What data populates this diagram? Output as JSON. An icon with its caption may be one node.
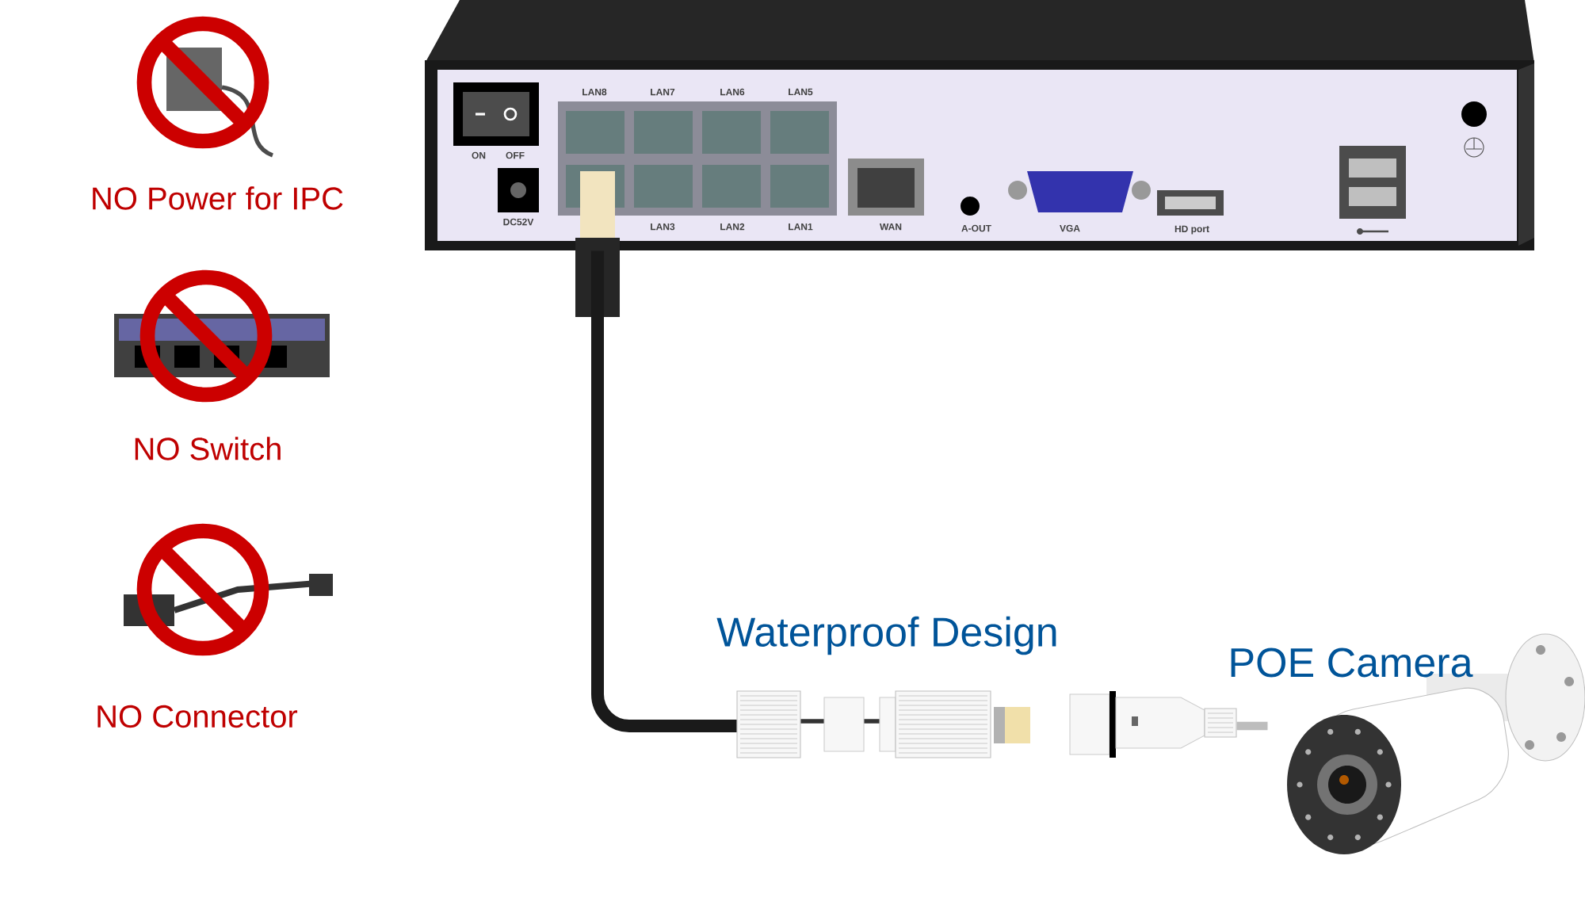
{
  "diagram": {
    "nodes": [
      {
        "text": [],
        "shape": "picture"
      },
      {
        "text": [],
        "shape": "picture",
        "beside": [
          "POE Camera"
        ]
      },
      {
        "text": [],
        "shape": "picture",
        "beside": [
          "Waterproof Design"
        ]
      }
    ],
    "edges": [
      {
        "from": 0,
        "to": 2,
        "arrow": "none",
        "color": "#1a1a1a"
      },
      {
        "from": 2,
        "to": 1,
        "arrow": "none",
        "color": "#bdbdbd"
      }
    ],
    "labels": [
      "LAN8",
      "LAN7",
      "LAN6",
      "LAN5",
      "ON",
      "OFF",
      "NO Power for IPC",
      "DC52V",
      "LAN3",
      "LAN2",
      "LAN1",
      "WAN",
      "A-OUT",
      "VGA",
      "HD port",
      "NO Switch",
      "NO Connector"
    ]
  }
}
